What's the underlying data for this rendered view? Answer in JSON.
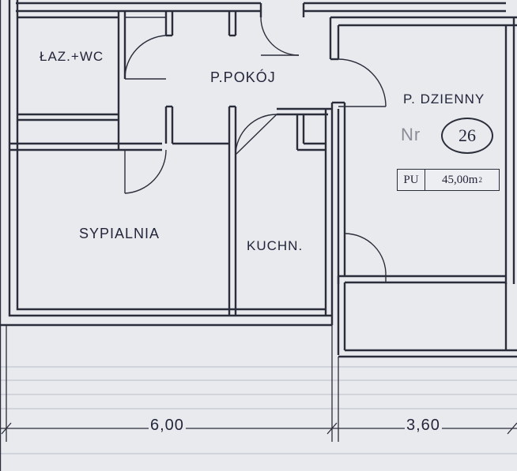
{
  "rooms": {
    "bathroom": "ŁAZ.+WC",
    "hallway": "P.POKÓJ",
    "living_room": "P. DZIENNY",
    "bedroom": "SYPIALNIA",
    "kitchen": "KUCHN."
  },
  "unit": {
    "nr_label": "Nr",
    "number": "26",
    "pu_label": "PU",
    "area": "45,00m",
    "area_sup": "2"
  },
  "dimensions": {
    "left_span": "6,00",
    "right_span": "3,60"
  },
  "colors": {
    "paper": "#e9eaee",
    "ink": "#2a2d3a"
  }
}
